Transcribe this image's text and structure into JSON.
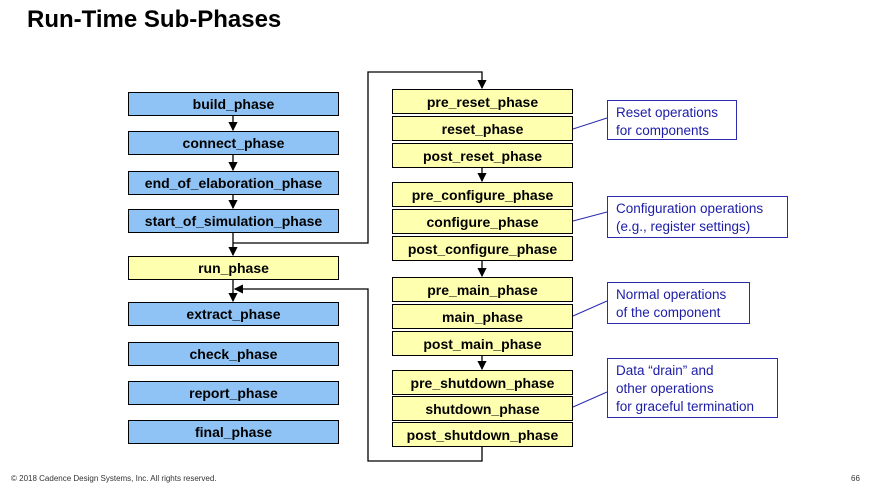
{
  "title": "Run-Time Sub-Phases",
  "left_phases": [
    "build_phase",
    "connect_phase",
    "end_of_elaboration_phase",
    "start_of_simulation_phase",
    "run_phase",
    "extract_phase",
    "check_phase",
    "report_phase",
    "final_phase"
  ],
  "right_phases": [
    "pre_reset_phase",
    "reset_phase",
    "post_reset_phase",
    "pre_configure_phase",
    "configure_phase",
    "post_configure_phase",
    "pre_main_phase",
    "main_phase",
    "post_main_phase",
    "pre_shutdown_phase",
    "shutdown_phase",
    "post_shutdown_phase"
  ],
  "notes": [
    {
      "lines": [
        "Reset operations",
        "for components"
      ]
    },
    {
      "lines": [
        "Configuration operations",
        "(e.g., register settings)"
      ]
    },
    {
      "lines": [
        "Normal operations",
        "of the component"
      ]
    },
    {
      "lines": [
        "Data “drain” and",
        "other operations",
        "for graceful termination"
      ]
    }
  ],
  "footer": "© 2018 Cadence Design Systems, Inc. All rights reserved.",
  "page_number": "66",
  "colors": {
    "common_phase": "#8fc3f5",
    "run_time_phase": "#ffffb0",
    "note_border": "#2b2bb0",
    "note_text": "#1c1ca8"
  }
}
